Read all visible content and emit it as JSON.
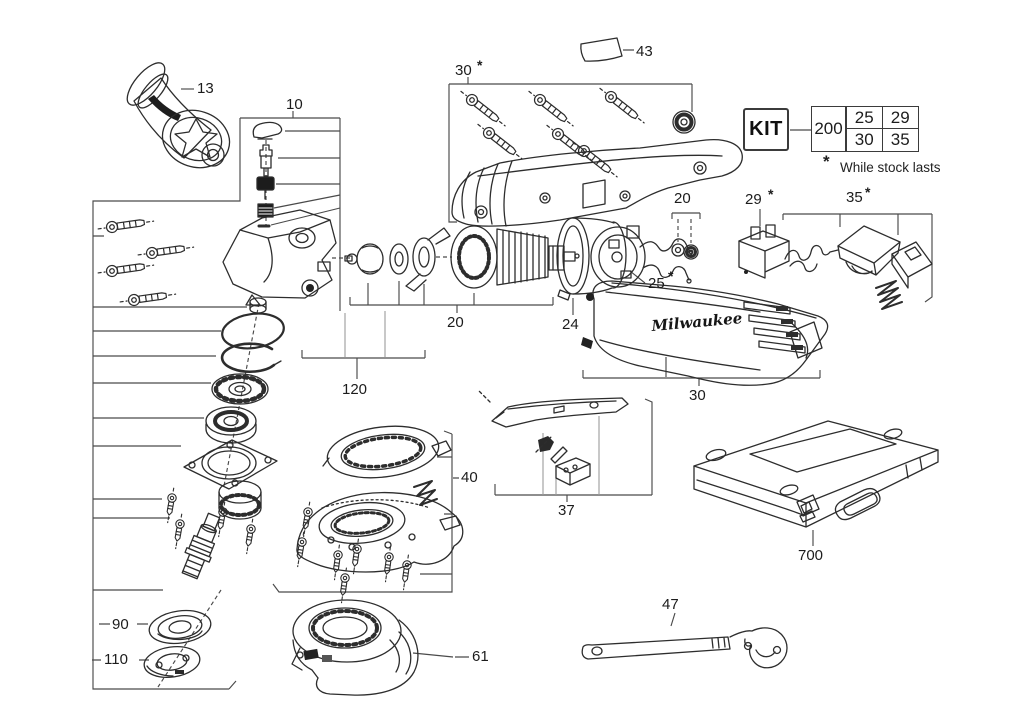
{
  "misc": {
    "star": "*"
  },
  "brand": "Milwaukee",
  "footnote": {
    "star": "*",
    "text": "While stock lasts"
  },
  "kit": {
    "label": "KIT",
    "number": "200",
    "top_left": "25",
    "top_right": "29",
    "bottom_left": "30",
    "bottom_right": "35"
  },
  "callouts": {
    "side_handle": "13",
    "gearcase_group": "10",
    "nameplate": "43",
    "housing_screws": "30",
    "washer_set": "20",
    "switch_button": "29",
    "electronics_kit": "35",
    "brush_plate": "25",
    "field_sleeve": "24",
    "armature_group": "20",
    "bearing_kit": "120",
    "motor_housing": "30",
    "guard_adjust_kit": "40",
    "slider_group": "37",
    "carry_case": "700",
    "pin_spanner": "47",
    "inner_flange": "90",
    "flange_nut": "110",
    "wheel_guard": "61"
  }
}
